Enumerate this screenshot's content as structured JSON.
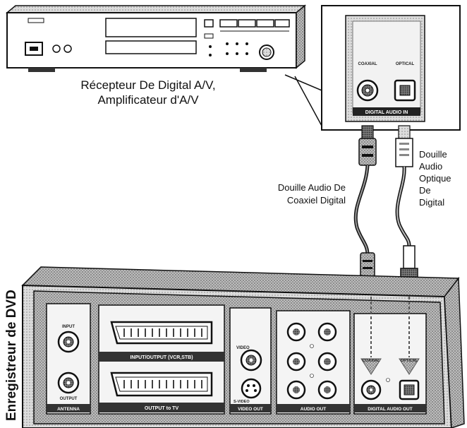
{
  "receiver": {
    "label_line1": "Récepteur De Digital A/V,",
    "label_line2": "Amplificateur d'A/V"
  },
  "receiver_panel": {
    "coaxial_label": "COAXIAL",
    "optical_label": "OPTICAL",
    "input_label": "DIGITAL AUDIO IN"
  },
  "cables": {
    "coaxial_line1": "Douille Audio De",
    "coaxial_line2": "Coaxiel Digital",
    "optical_line1": "Douille",
    "optical_line2": "Audio",
    "optical_line3": "Optique",
    "optical_line4": "De",
    "optical_line5": "Digital"
  },
  "recorder": {
    "side_label": "Enregistreur de DVD",
    "antenna_input": "INPUT",
    "antenna_output": "OUTPUT",
    "antenna_label": "ANTENNA",
    "scart_top_label": "INPUT/OUTPUT (VCR,STB)",
    "scart_bottom_label": "OUTPUT to TV",
    "video_label": "VIDEO",
    "svideo_label": "S-VIDEO",
    "video_out_label": "VIDEO OUT",
    "audio_out_label": "AUDIO OUT",
    "panel_coaxial_label": "COAXIAL",
    "panel_optical_label": "OPTICAL",
    "digital_audio_out_label": "DIGITAL AUDIO OUT"
  }
}
